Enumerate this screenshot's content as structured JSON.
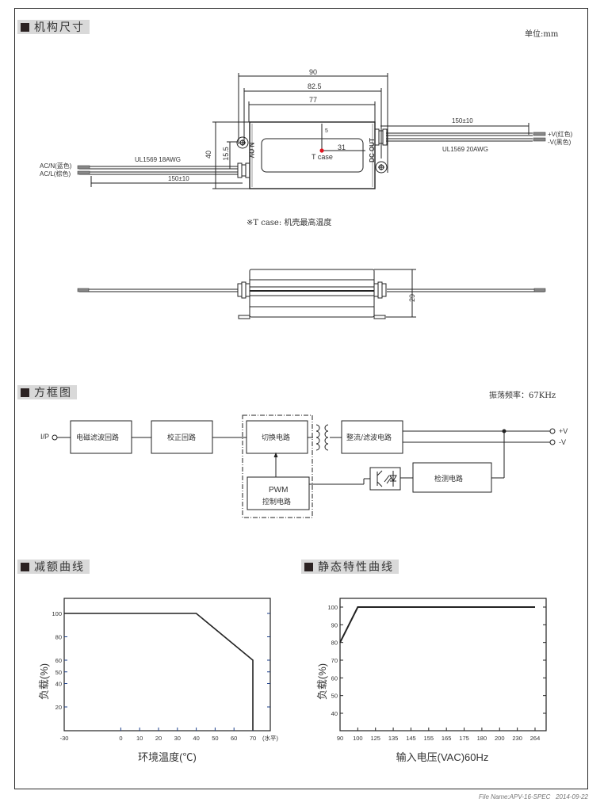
{
  "page": {
    "footer_file": "File Name:APV-16-SPEC",
    "footer_date": "2014-09-22"
  },
  "mechanical": {
    "title": "机构尺寸",
    "unit": "单位:mm",
    "dims": {
      "overall_length": "90",
      "mount_pitch": "82.5",
      "body_length": "77",
      "height": "40",
      "mount_offset": "15.5",
      "tcase_offset_v": "5",
      "tcase_offset_h": "31",
      "thickness": "29",
      "wire_length_in": "150±10",
      "wire_length_out": "150±10"
    },
    "input_wire_spec": "UL1569  18AWG",
    "output_wire_spec": "UL1569  20AWG",
    "input_labels": [
      "AC/N(蓝色)",
      "AC/L(棕色)"
    ],
    "output_labels": [
      "+V(红色)",
      "-V(黑色)"
    ],
    "body_left_label": "N  OV",
    "body_left_sub": "AC",
    "body_right_label": "DC OUT",
    "tcase_label": "T case",
    "tcase_note": "※T case: 机壳最高温度",
    "tcase_color": "#e0141e"
  },
  "block_diagram": {
    "title": "方框图",
    "frequency": "振荡频率：67KHz",
    "input_label": "I/P",
    "output_pos": "+V",
    "output_neg": "-V",
    "blocks": {
      "emi": "电磁滤波回路",
      "pfc": "校正回路",
      "switch": "切换电路",
      "rectifier": "整流/滤波电路",
      "pwm_top": "PWM",
      "pwm_bottom": "控制电路",
      "detect": "检测电路"
    }
  },
  "chart_data": [
    {
      "type": "line",
      "title": "减额曲线",
      "xlabel": "环境温度(℃)",
      "ylabel": "负载(%)",
      "x_unit_note": "(水平)",
      "xlim": [
        -30,
        75
      ],
      "ylim": [
        0,
        110
      ],
      "xticks": [
        -30,
        0,
        10,
        20,
        30,
        40,
        50,
        60,
        70
      ],
      "yticks": [
        100,
        80,
        60,
        50,
        40,
        20
      ],
      "grid": false,
      "series": [
        {
          "name": "derating",
          "x": [
            -30,
            40,
            70,
            70
          ],
          "y": [
            100,
            100,
            60,
            0
          ]
        }
      ]
    },
    {
      "type": "line",
      "title": "静态特性曲线",
      "xlabel": "输入电压(VAC)60Hz",
      "ylabel": "负载(%)",
      "categories": [
        "90",
        "100",
        "125",
        "135",
        "145",
        "155",
        "165",
        "175",
        "180",
        "200",
        "230",
        "264"
      ],
      "ylim": [
        30,
        105
      ],
      "yticks": [
        100,
        90,
        80,
        70,
        60,
        50,
        40
      ],
      "grid": false,
      "series": [
        {
          "name": "static",
          "x": [
            "90",
            "100",
            "264"
          ],
          "y": [
            80,
            100,
            100
          ]
        }
      ]
    }
  ]
}
